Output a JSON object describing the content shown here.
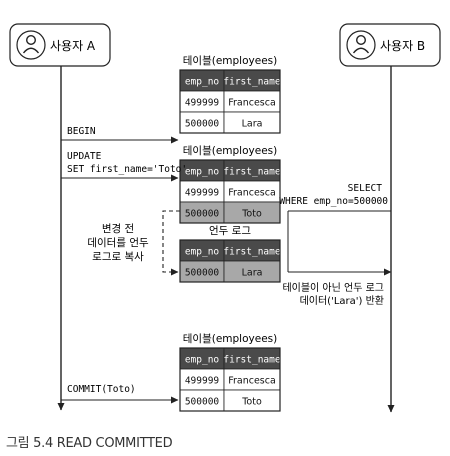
{
  "actors": {
    "a": "사용자 A",
    "b": "사용자 B"
  },
  "table_before": {
    "title": "테이블(employees)",
    "headers": [
      "emp_no",
      "first_name"
    ],
    "rows": [
      [
        "499999",
        "Francesca"
      ],
      [
        "500000",
        "Lara"
      ]
    ]
  },
  "table_updated": {
    "title": "테이블(employees)",
    "headers": [
      "emp_no",
      "first_name"
    ],
    "rows": [
      [
        "499999",
        "Francesca"
      ],
      [
        "500000",
        "Toto"
      ]
    ]
  },
  "undo_log": {
    "title": "언두 로그",
    "headers": [
      "emp_no",
      "first_name"
    ],
    "rows": [
      [
        "500000",
        "Lara"
      ]
    ]
  },
  "table_after": {
    "title": "테이블(employees)",
    "headers": [
      "emp_no",
      "first_name"
    ],
    "rows": [
      [
        "499999",
        "Francesca"
      ],
      [
        "500000",
        "Toto"
      ]
    ]
  },
  "messages": {
    "begin": "BEGIN",
    "update_line1": "UPDATE",
    "update_line2": "SET first_name='Toto'",
    "select_line1": "SELECT",
    "select_line2": "WHERE emp_no=500000",
    "copy_line1": "변경 전",
    "copy_line2": "데이터를 언두",
    "copy_line3": "로그로 복사",
    "return_line1": "테이블이 아닌 언두 로그",
    "return_line2": "데이터('Lara') 반환",
    "commit": "COMMIT(Toto)"
  },
  "caption": "그림 5.4 READ COMMITTED",
  "colors": {
    "header_bg": "#4a4a4a",
    "highlight_bg": "#a8a8a8",
    "line": "#222222"
  }
}
